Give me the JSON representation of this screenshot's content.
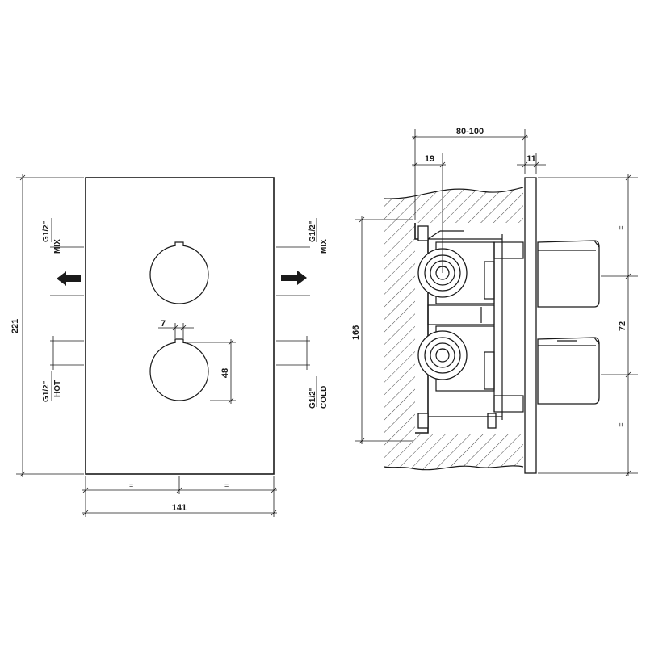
{
  "front_view": {
    "width_dim": "141",
    "height_dim": "221",
    "equal_mark": "=",
    "knob_offset_dim": "7",
    "knob_spacing_dim": "48",
    "mix_left": {
      "thread": "G1/2\"",
      "label": "MIX"
    },
    "mix_right": {
      "thread": "G1/2\"",
      "label": "MIX"
    },
    "hot": {
      "thread": "G1/2\"",
      "label": "HOT"
    },
    "cold": {
      "thread": "G1/2\"",
      "label": "COLD"
    }
  },
  "side_view": {
    "depth_dim": "80-100",
    "port_offset_dim": "19",
    "plate_dim": "11",
    "body_height_dim": "166",
    "knob_spacing_dim": "72",
    "equal_mark": "="
  }
}
